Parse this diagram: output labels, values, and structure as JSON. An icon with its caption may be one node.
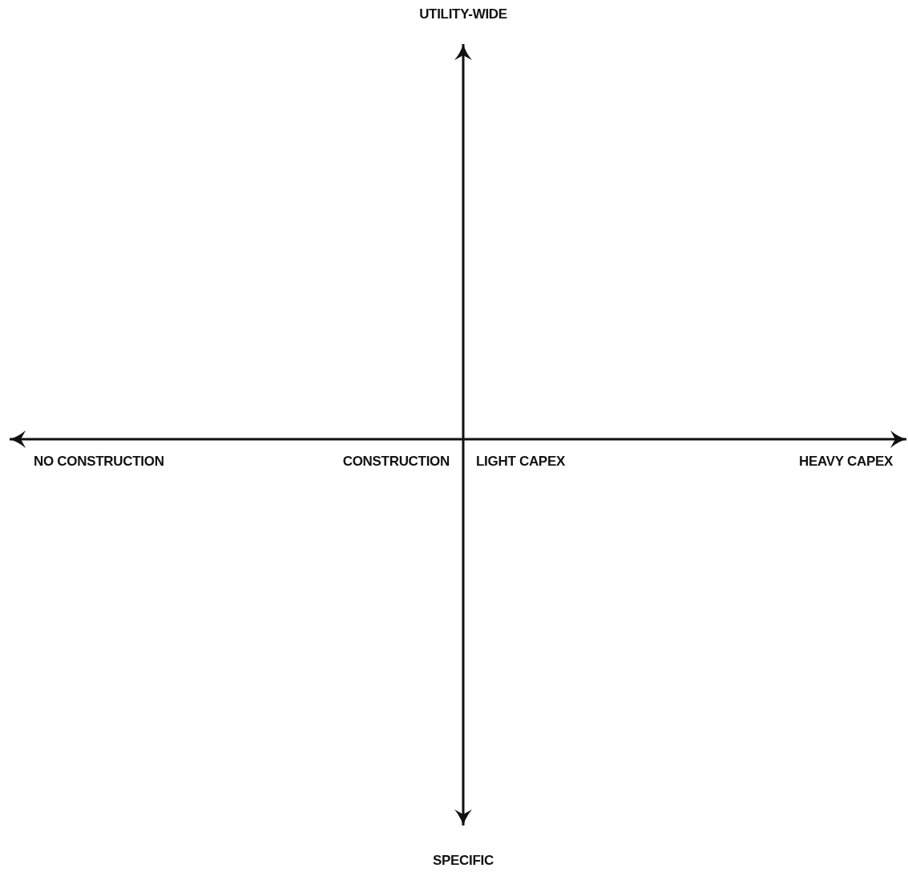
{
  "diagram": {
    "labels": [
      "UTILITY-WIDE",
      "NO CONSTRUCTION",
      "CONSTRUCTION",
      "LIGHT CAPEX",
      "HEAVY CAPEX",
      "SPECIFIC"
    ]
  }
}
